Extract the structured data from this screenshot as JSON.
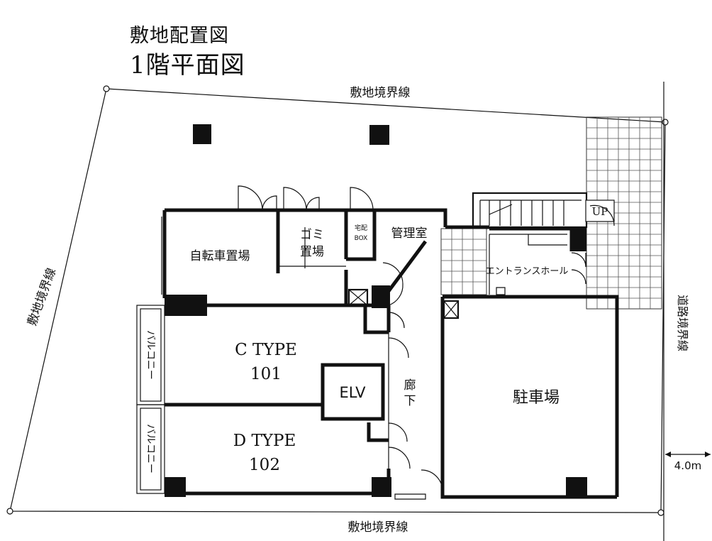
{
  "titles": {
    "line1": "敷地配置図",
    "line2": "1階平面図"
  },
  "boundary_labels": {
    "top": "敷地境界線",
    "bottom": "敷地境界線",
    "left": "敷地境界線",
    "right": "道路境界線"
  },
  "rooms": {
    "bicycle": "自転車置場",
    "garbage_line1": "ゴミ",
    "garbage_line2": "置場",
    "delivery_line1": "宅配",
    "delivery_line2": "BOX",
    "management": "管理室",
    "entrance": "エントランスホール",
    "up": "UP",
    "elevator": "ELV",
    "corridor_line1": "廊",
    "corridor_line2": "下",
    "parking": "駐車場",
    "unit_c_type": "C TYPE",
    "unit_c_number": "101",
    "unit_d_type": "D TYPE",
    "unit_d_number": "102",
    "balcony": "バルコニー"
  },
  "road_width": "4.0m"
}
